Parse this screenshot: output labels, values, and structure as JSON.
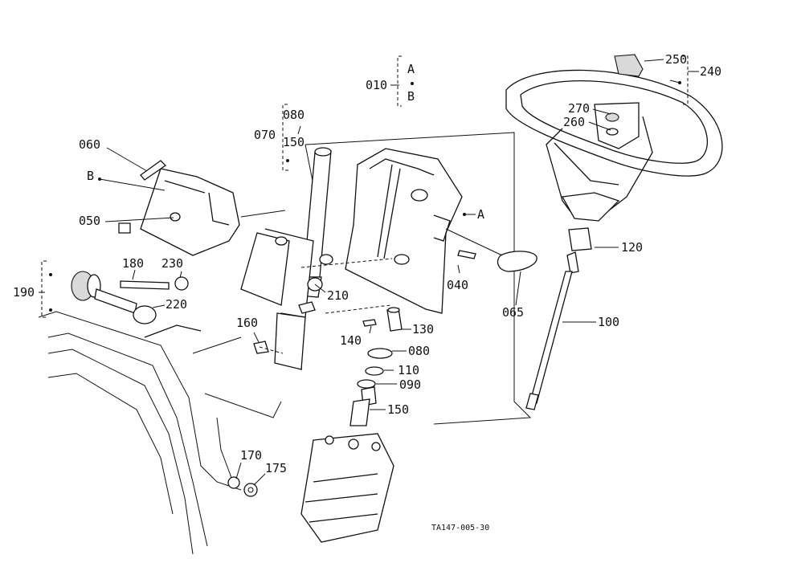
{
  "diagram": {
    "drawing_code": "TA147-005-30",
    "callouts": [
      {
        "id": "c250",
        "text": "250"
      },
      {
        "id": "c240",
        "text": "240"
      },
      {
        "id": "c010",
        "text": "010"
      },
      {
        "id": "cA1",
        "text": "A"
      },
      {
        "id": "cB1",
        "text": "B"
      },
      {
        "id": "c080a",
        "text": "080"
      },
      {
        "id": "c070",
        "text": "070"
      },
      {
        "id": "c150a",
        "text": "150"
      },
      {
        "id": "c270",
        "text": "270"
      },
      {
        "id": "c260",
        "text": "260"
      },
      {
        "id": "c060",
        "text": "060"
      },
      {
        "id": "cB2",
        "text": "B"
      },
      {
        "id": "c050",
        "text": "050"
      },
      {
        "id": "cA2",
        "text": "A"
      },
      {
        "id": "c120",
        "text": "120"
      },
      {
        "id": "c180",
        "text": "180"
      },
      {
        "id": "c230",
        "text": "230"
      },
      {
        "id": "c190",
        "text": "190"
      },
      {
        "id": "c220",
        "text": "220"
      },
      {
        "id": "c210",
        "text": "210"
      },
      {
        "id": "c040",
        "text": "040"
      },
      {
        "id": "c065",
        "text": "065"
      },
      {
        "id": "c100",
        "text": "100"
      },
      {
        "id": "c160",
        "text": "160"
      },
      {
        "id": "c140",
        "text": "140"
      },
      {
        "id": "c130",
        "text": "130"
      },
      {
        "id": "c080b",
        "text": "080"
      },
      {
        "id": "c110",
        "text": "110"
      },
      {
        "id": "c090",
        "text": "090"
      },
      {
        "id": "c150b",
        "text": "150"
      },
      {
        "id": "c170",
        "text": "170"
      },
      {
        "id": "c175",
        "text": "175"
      }
    ]
  }
}
